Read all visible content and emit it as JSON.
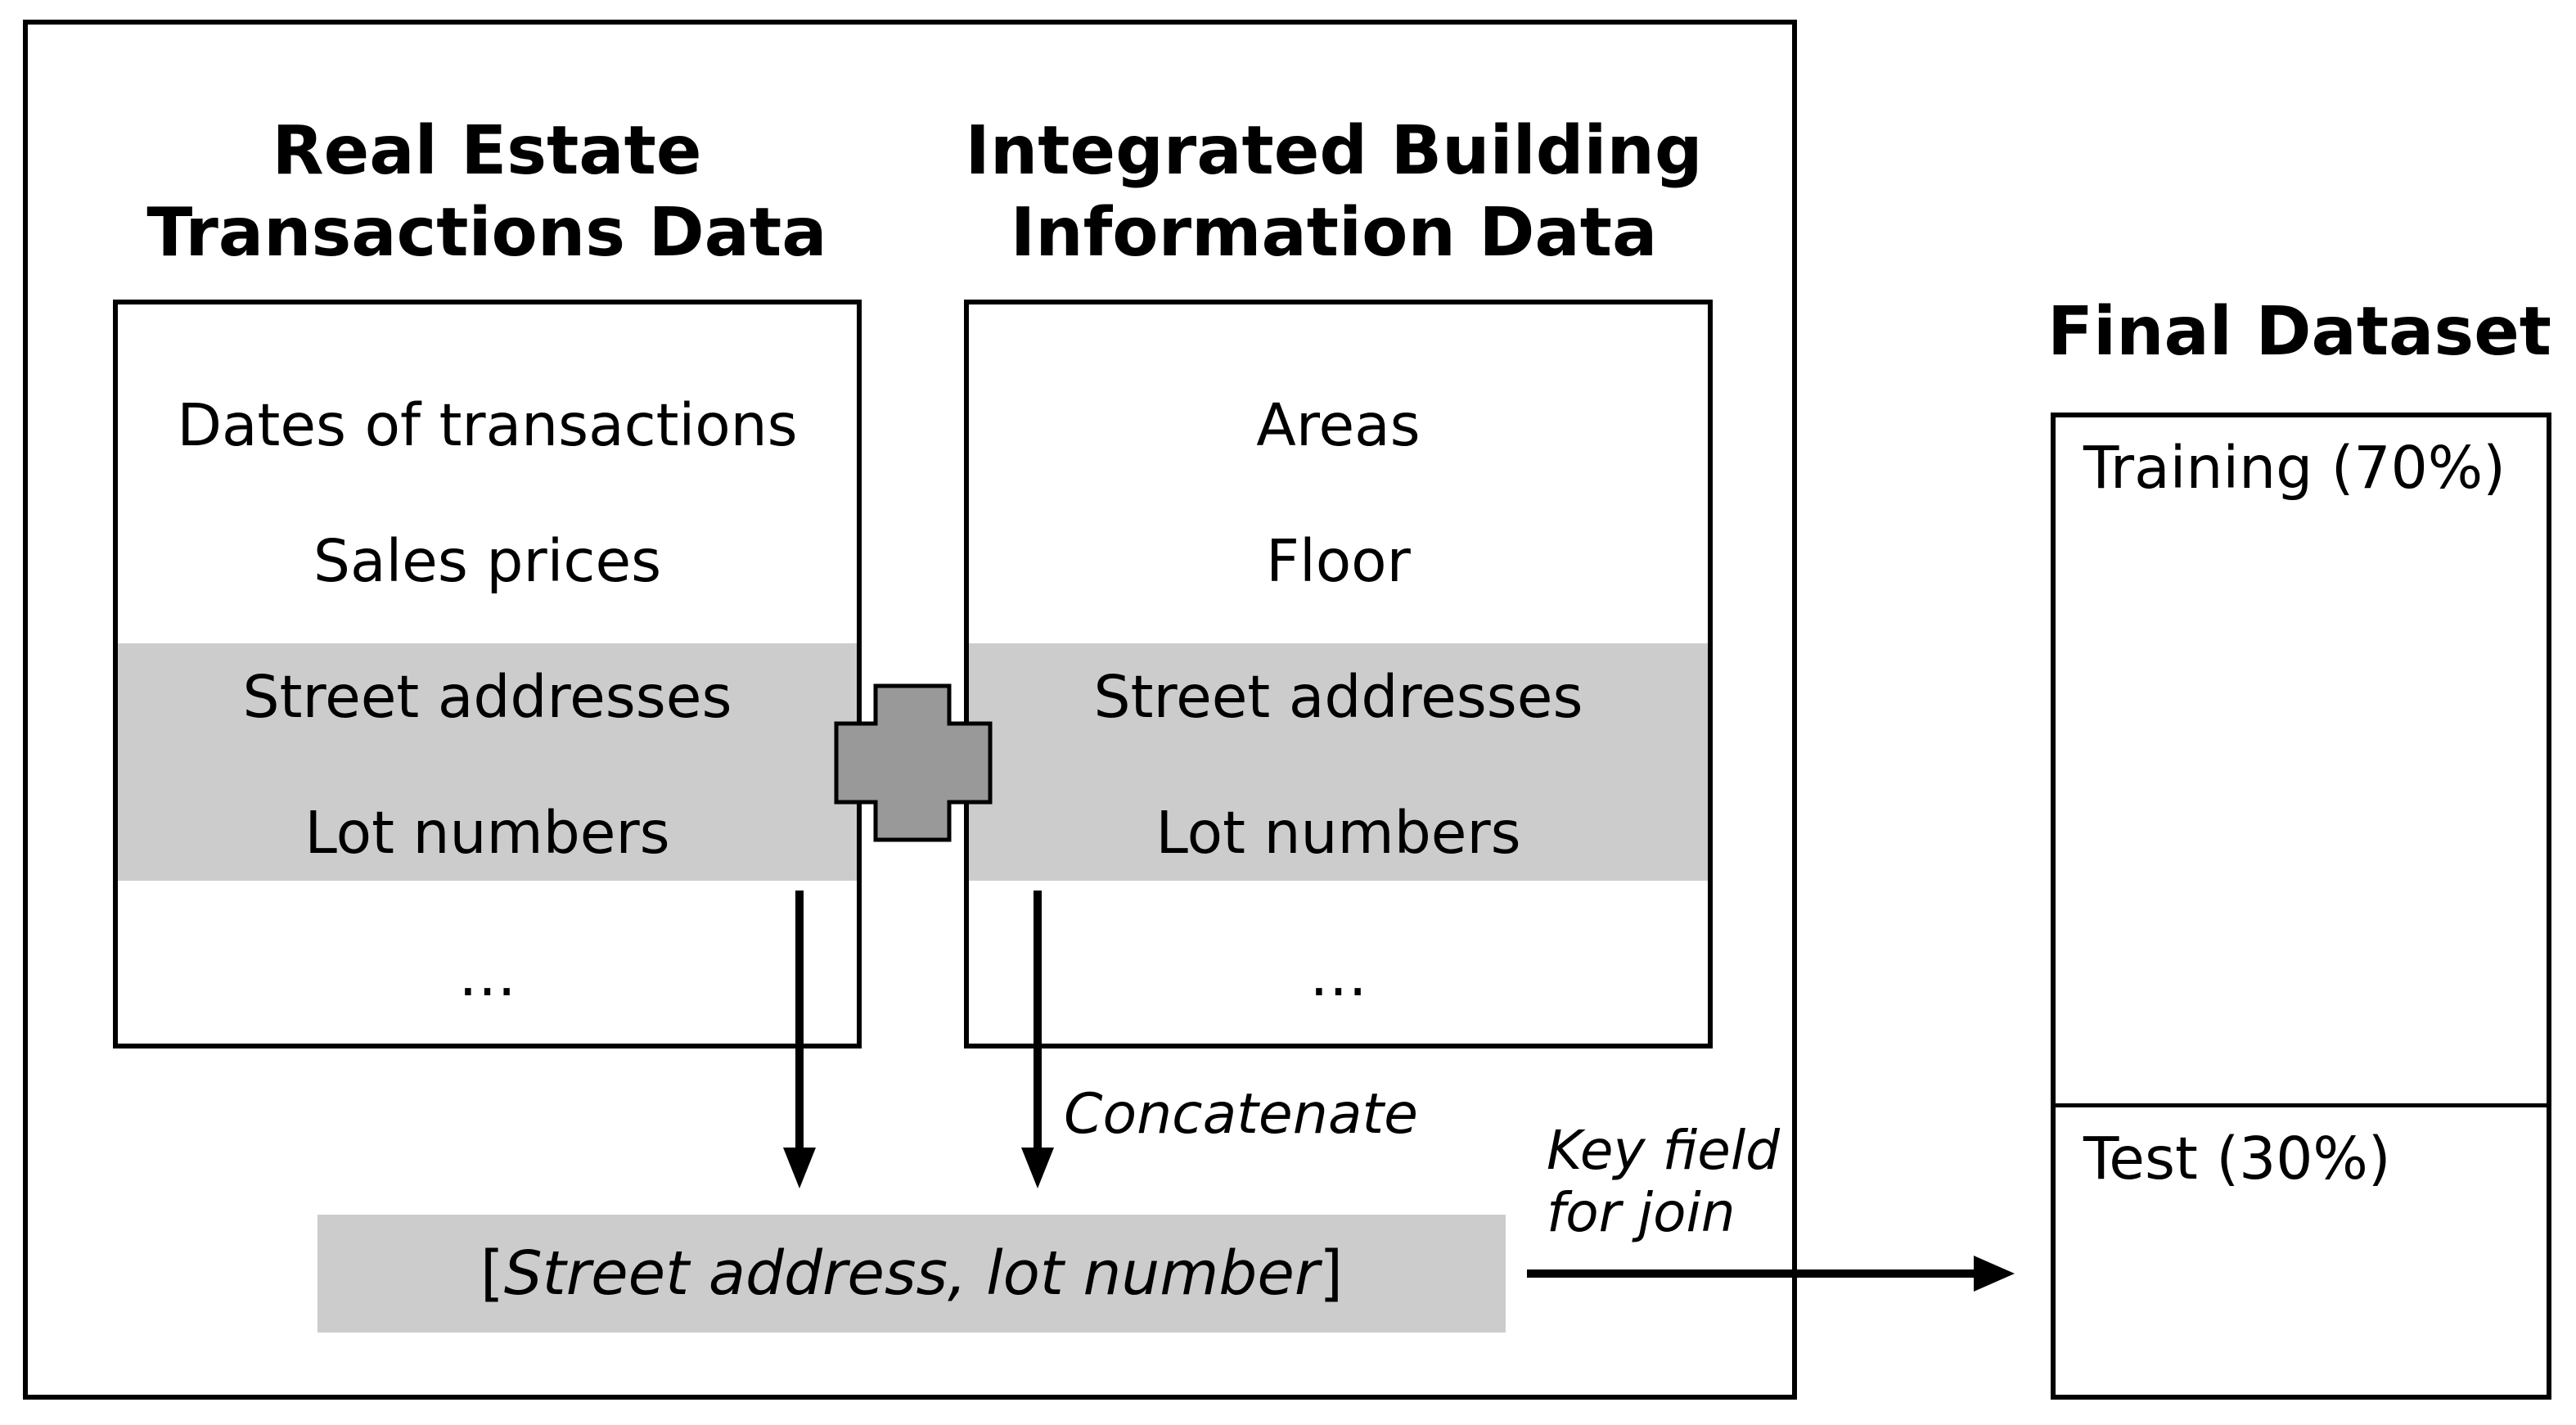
{
  "left_source": {
    "title_line1": "Real Estate",
    "title_line2": "Transactions Data",
    "fields": [
      "Dates of transactions",
      "Sales prices",
      "Street addresses",
      "Lot numbers",
      "…"
    ]
  },
  "right_source": {
    "title_line1": "Integrated Building",
    "title_line2": "Information Data",
    "fields": [
      "Areas",
      "Floor",
      "Street addresses",
      "Lot numbers",
      "…"
    ]
  },
  "operations": {
    "concatenate_label": "Concatenate",
    "key_field_line1": "Key field",
    "key_field_line2": "for join"
  },
  "key": {
    "open_bracket": "[",
    "text": "Street address, lot number",
    "close_bracket": "]"
  },
  "final_dataset": {
    "title": "Final Dataset",
    "training_label": "Training (70%)",
    "test_label": "Test (30%)",
    "training_share": 0.7,
    "test_share": 0.3
  },
  "colors": {
    "highlight_band": "#cccccc",
    "plus_fill": "#999999",
    "line": "#000000"
  }
}
